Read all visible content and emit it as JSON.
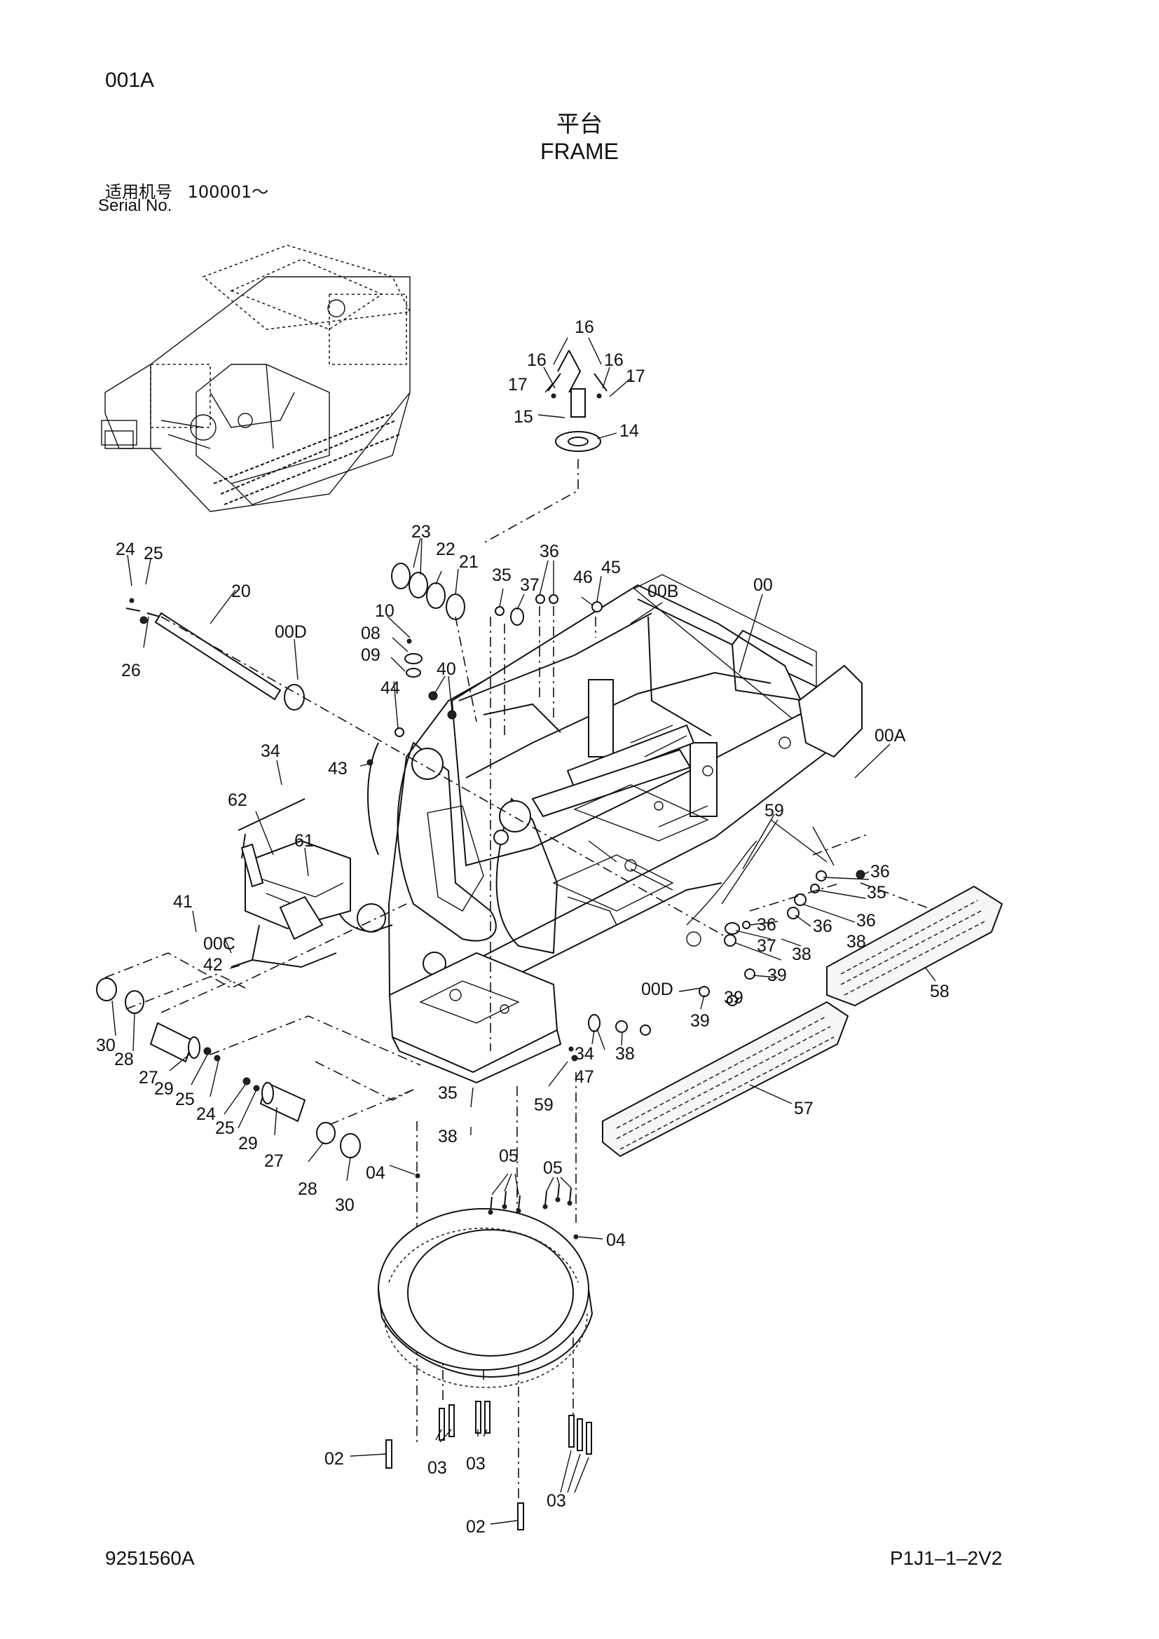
{
  "header": {
    "page_code": "001A",
    "title_cn": "平台",
    "title_en": "FRAME",
    "serial_label_cn": "适用机号",
    "serial_range": "100001～",
    "serial_label_en": "Serial No."
  },
  "footer": {
    "drawing_number": "9251560A",
    "page_reference": "P1J1–1–2V2"
  },
  "callouts": {
    "c00": "00",
    "c00A": "00A",
    "c00B": "00B",
    "c00C": "00C",
    "c00D_a": "00D",
    "c00D_b": "00D",
    "c02_a": "02",
    "c02_b": "02",
    "c03_a": "03",
    "c03_b": "03",
    "c03_c": "03",
    "c04_a": "04",
    "c04_b": "04",
    "c05_a": "05",
    "c05_b": "05",
    "c08": "08",
    "c09": "09",
    "c10": "10",
    "c14": "14",
    "c15": "15",
    "c16_a": "16",
    "c16_b": "16",
    "c16_c": "16",
    "c17_a": "17",
    "c17_b": "17",
    "c20": "20",
    "c21": "21",
    "c22": "22",
    "c23": "23",
    "c24_a": "24",
    "c24_b": "24",
    "c25_a": "25",
    "c25_b": "25",
    "c25_c": "25",
    "c26": "26",
    "c27_a": "27",
    "c27_b": "27",
    "c28_a": "28",
    "c28_b": "28",
    "c29_a": "29",
    "c29_b": "29",
    "c30_a": "30",
    "c30_b": "30",
    "c34_a": "34",
    "c34_b": "34",
    "c35_a": "35",
    "c35_b": "35",
    "c35_c": "35",
    "c36_a": "36",
    "c36_b": "36",
    "c36_c": "36",
    "c36_d": "36",
    "c36_e": "36",
    "c37_a": "37",
    "c37_b": "37",
    "c38_a": "38",
    "c38_b": "38",
    "c38_c": "38",
    "c38_d": "38",
    "c39_a": "39",
    "c39_b": "39",
    "c39_c": "39",
    "c40": "40",
    "c41": "41",
    "c42": "42",
    "c43": "43",
    "c44": "44",
    "c45": "45",
    "c46": "46",
    "c47": "47",
    "c57": "57",
    "c58": "58",
    "c59_a": "59",
    "c59_b": "59",
    "c61": "61",
    "c62": "62"
  },
  "icons": {
    "machine_overview": "excavator-overview-icon",
    "frame": "upper-frame-assembly",
    "swing_bearing": "swing-bearing-ring",
    "step_plates": "step-plate-grating"
  }
}
